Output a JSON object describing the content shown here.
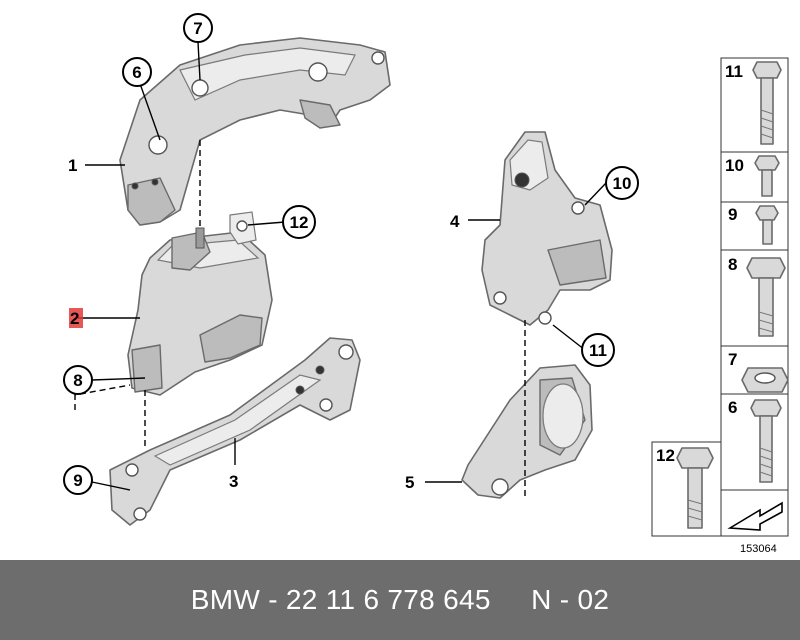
{
  "footer": {
    "text": "BMW - 22 11 6 778 645     N - 02"
  },
  "diagram_id": "153064",
  "callouts": {
    "c1": "1",
    "c2": "2",
    "c3": "3",
    "c4": "4",
    "c5": "5",
    "c6": "6",
    "c7": "7",
    "c8": "8",
    "c9": "9",
    "c10": "10",
    "c11": "11",
    "c12": "12"
  },
  "fastener_table": {
    "r11": "11",
    "r10": "10",
    "r9": "9",
    "r8": "8",
    "r7": "7",
    "r6": "6",
    "r12": "12"
  },
  "colors": {
    "footer_bg": "#6d6d6d",
    "highlight": "#e23a3a",
    "part_fill": "#d9d9d9"
  }
}
